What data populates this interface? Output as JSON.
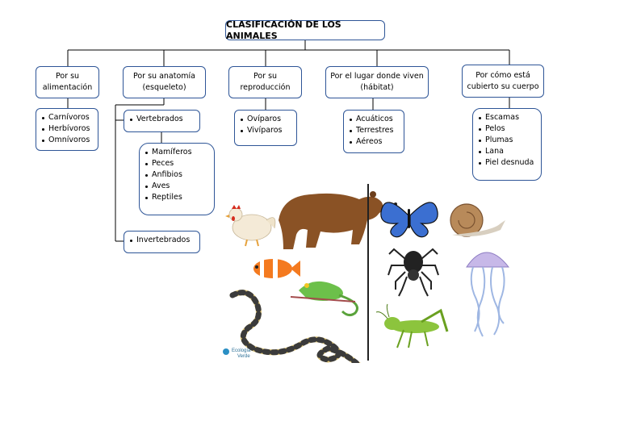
{
  "title": "CLASIFICACIÓN DE LOS ANIMALES",
  "categories": [
    {
      "label": "Por su alimentación"
    },
    {
      "label": "Por su anatomía (esqueleto)"
    },
    {
      "label": "Por su reproducción"
    },
    {
      "label": "Por el lugar donde viven (hábitat)"
    },
    {
      "label": "Por cómo está cubierto su cuerpo"
    }
  ],
  "alimentacion": [
    "Carnívoros",
    "Herbívoros",
    "Omnívoros"
  ],
  "anatomia": {
    "vertebrados": "Vertebrados",
    "vertebrados_list": [
      "Mamíferos",
      "Peces",
      "Anfibios",
      "Aves",
      "Reptiles"
    ],
    "invertebrados": "Invertebrados"
  },
  "reproduccion": [
    "Ovíparos",
    "Vivíparos"
  ],
  "habitat": [
    "Acuáticos",
    "Terrestres",
    "Aéreos"
  ],
  "cuerpo": [
    "Escamas",
    "Pelos",
    "Plumas",
    "Lana",
    "Piel desnuda"
  ],
  "watermark": {
    "line1": "Ecología",
    "line2": "Verde"
  },
  "colors": {
    "border": "#2e5597",
    "line": "#000000"
  }
}
